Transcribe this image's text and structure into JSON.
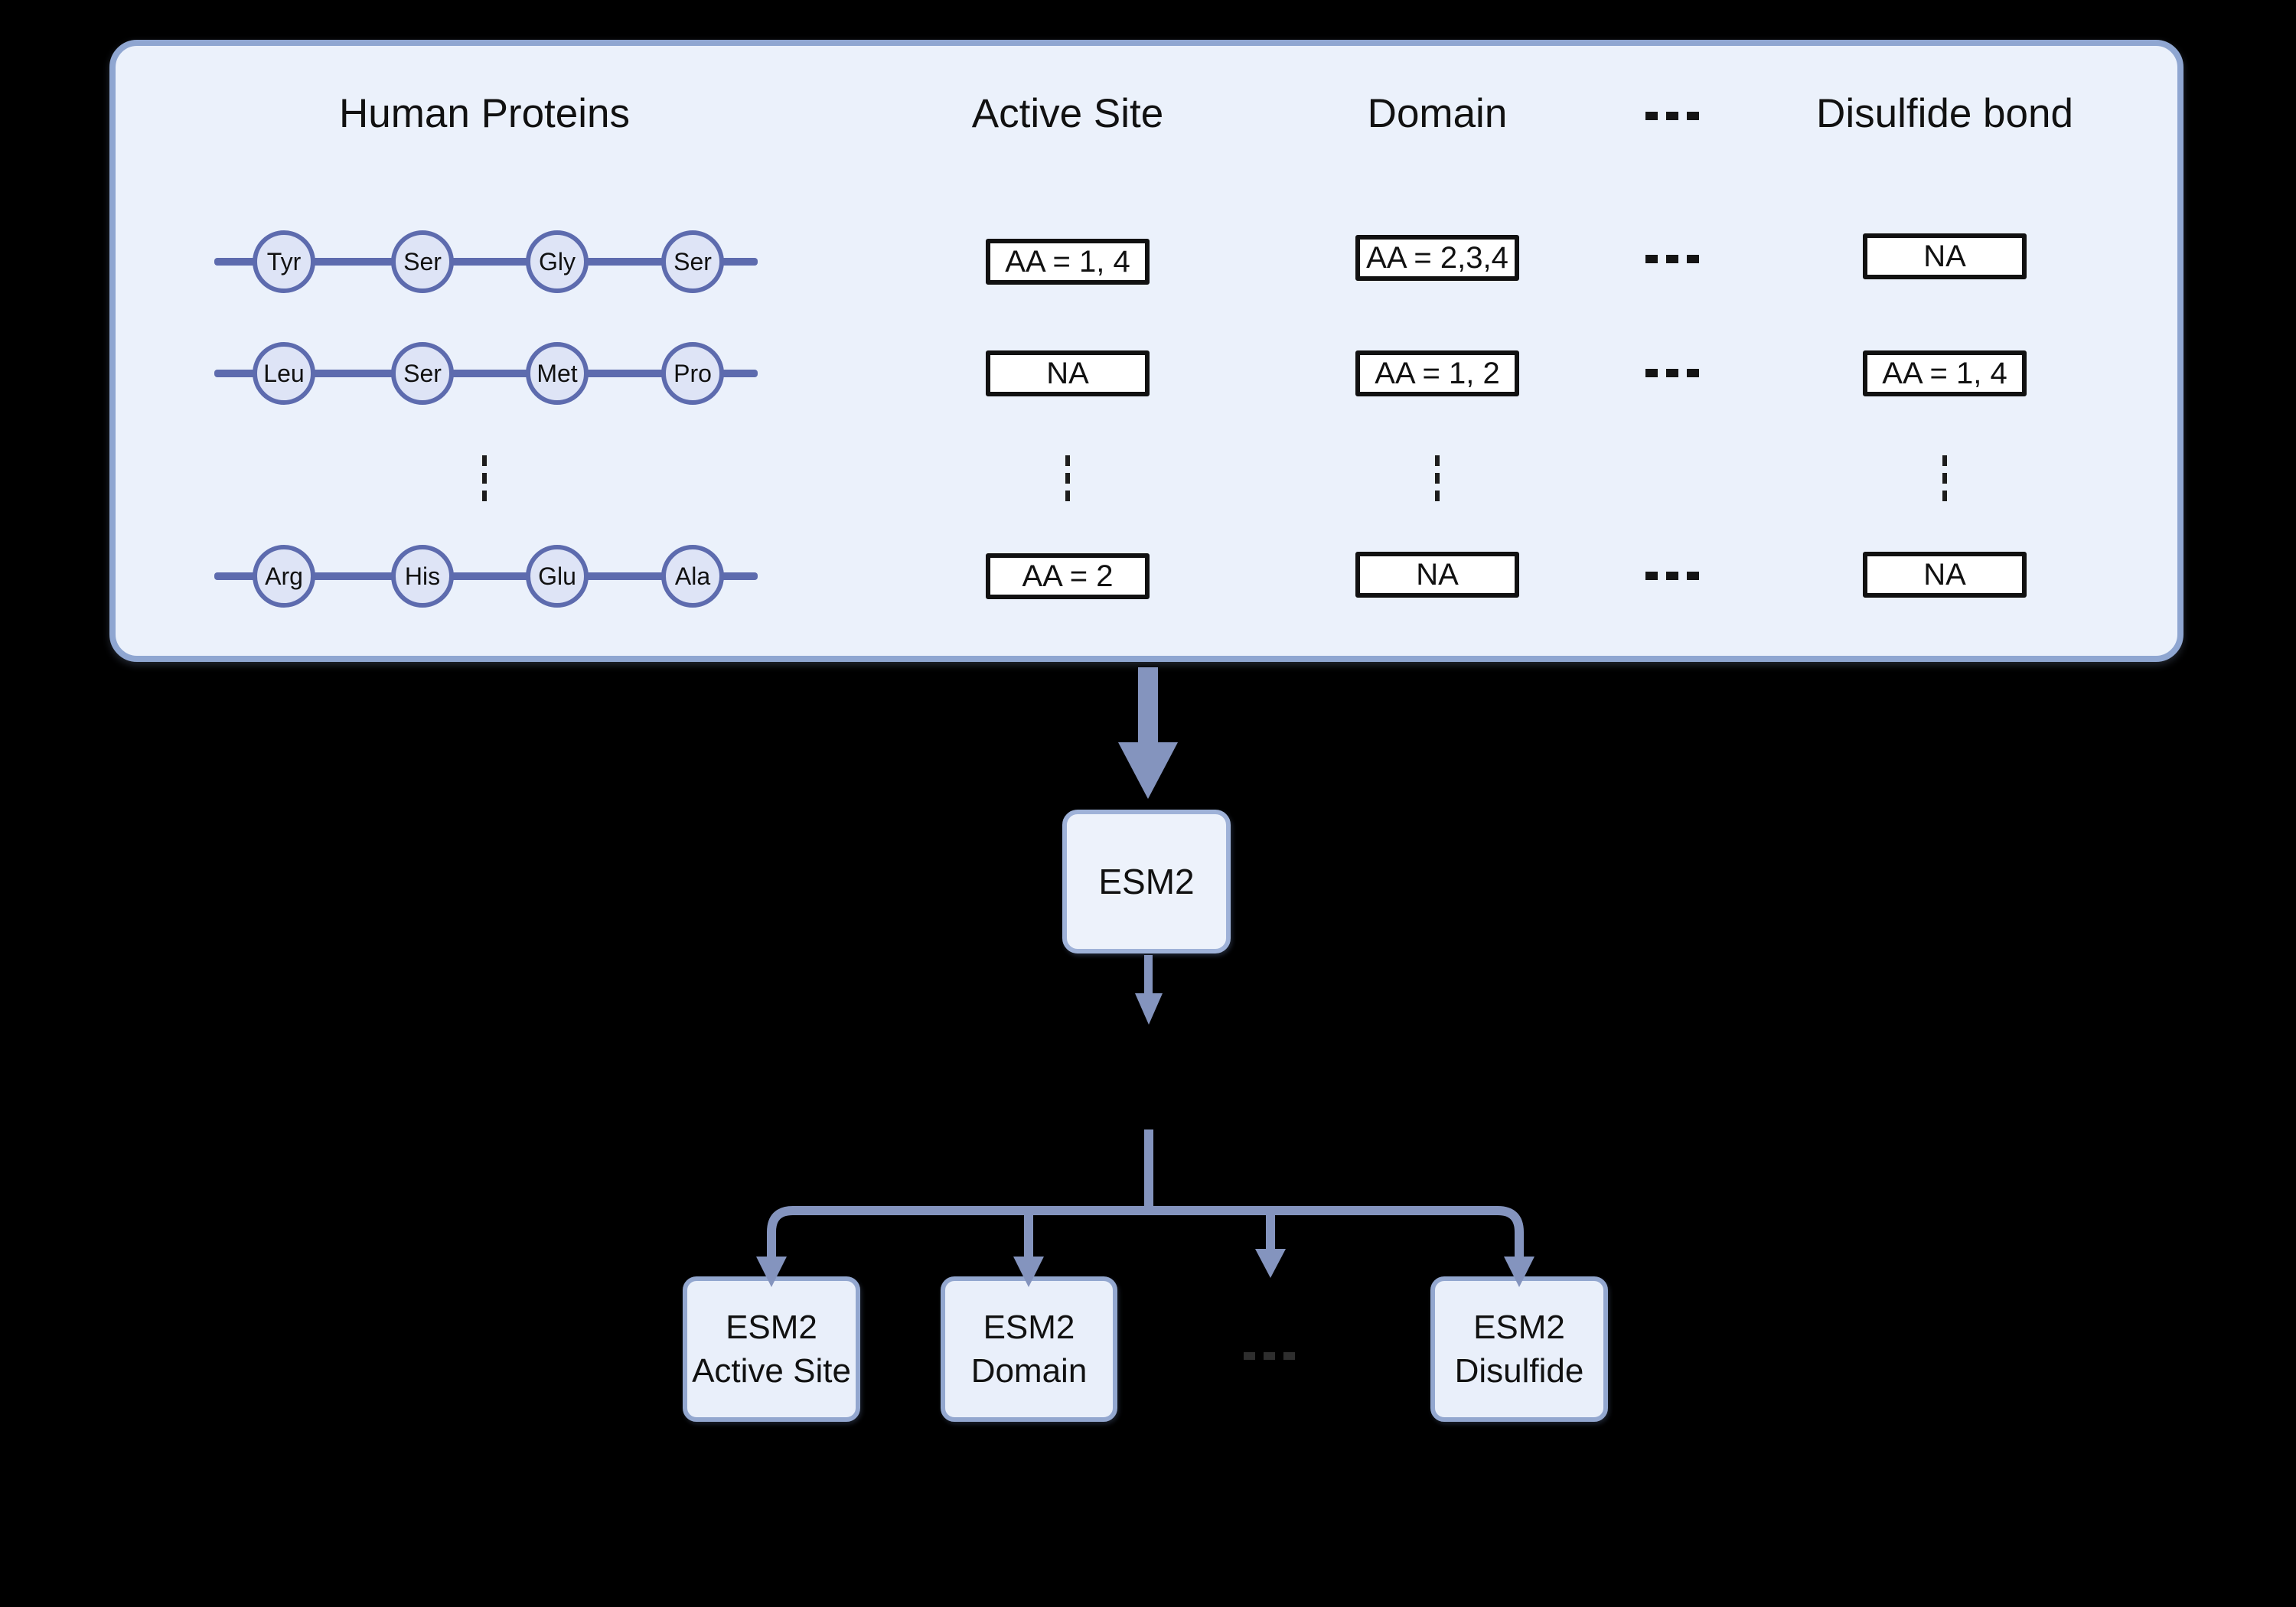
{
  "panel": {
    "headers": {
      "human_proteins": "Human Proteins",
      "active_site": "Active Site",
      "domain": "Domain",
      "disulfide_bond": "Disulfide bond"
    },
    "sequences": [
      {
        "residues": [
          "Tyr",
          "Ser",
          "Gly",
          "Ser"
        ]
      },
      {
        "residues": [
          "Leu",
          "Ser",
          "Met",
          "Pro"
        ]
      },
      {
        "residues": [
          "Arg",
          "His",
          "Glu",
          "Ala"
        ]
      }
    ],
    "active_site_values": [
      "AA = 1, 4",
      "NA",
      "AA = 2"
    ],
    "domain_values": [
      "AA = 2,3,4",
      "AA = 1, 2",
      "NA"
    ],
    "disulfide_values": [
      "NA",
      "AA = 1, 4",
      "NA"
    ]
  },
  "model": {
    "label": "ESM2"
  },
  "outputs": [
    {
      "line1": "ESM2",
      "line2": "Active Site"
    },
    {
      "line1": "ESM2",
      "line2": "Domain"
    },
    {
      "line1": "ESM2",
      "line2": "Disulfide"
    }
  ],
  "colors": {
    "background": "#000000",
    "panel_fill": "#EBF1FB",
    "panel_border": "#8FA6D1",
    "chain": "#5D6BAE",
    "node_fill": "#DEE4F6",
    "value_box_border": "#111111",
    "arrow": "#8494BE",
    "model_fill": "#EDF2FB",
    "model_border": "#9FB2D8",
    "output_fill": "#E9EFFA",
    "output_border": "#93A7CF"
  }
}
